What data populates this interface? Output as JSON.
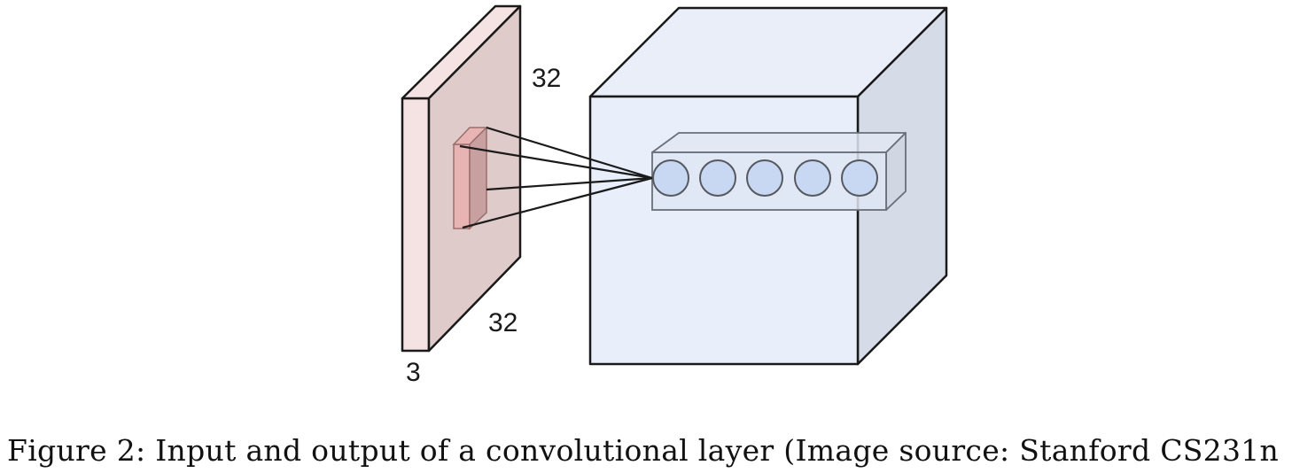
{
  "figure": {
    "caption": "Figure 2: Input and output of a convolutional layer (Image source: Stanford CS231n",
    "input_volume": {
      "height_label": "32",
      "width_label": "32",
      "depth_label": "3"
    },
    "output_volume": {
      "neuron_count": 5
    },
    "colors": {
      "input_front": "#f5e3e3",
      "input_side": "#e0cbcb",
      "receptive_field_front": "#e8b3b3",
      "receptive_field_side": "#c9a0a0",
      "output_front": "#e8eefa",
      "output_top": "#e9eef9",
      "output_side": "#d5dce7",
      "neuron_fill": "#c8d7f2",
      "stroke": "#1a1a1a"
    }
  }
}
